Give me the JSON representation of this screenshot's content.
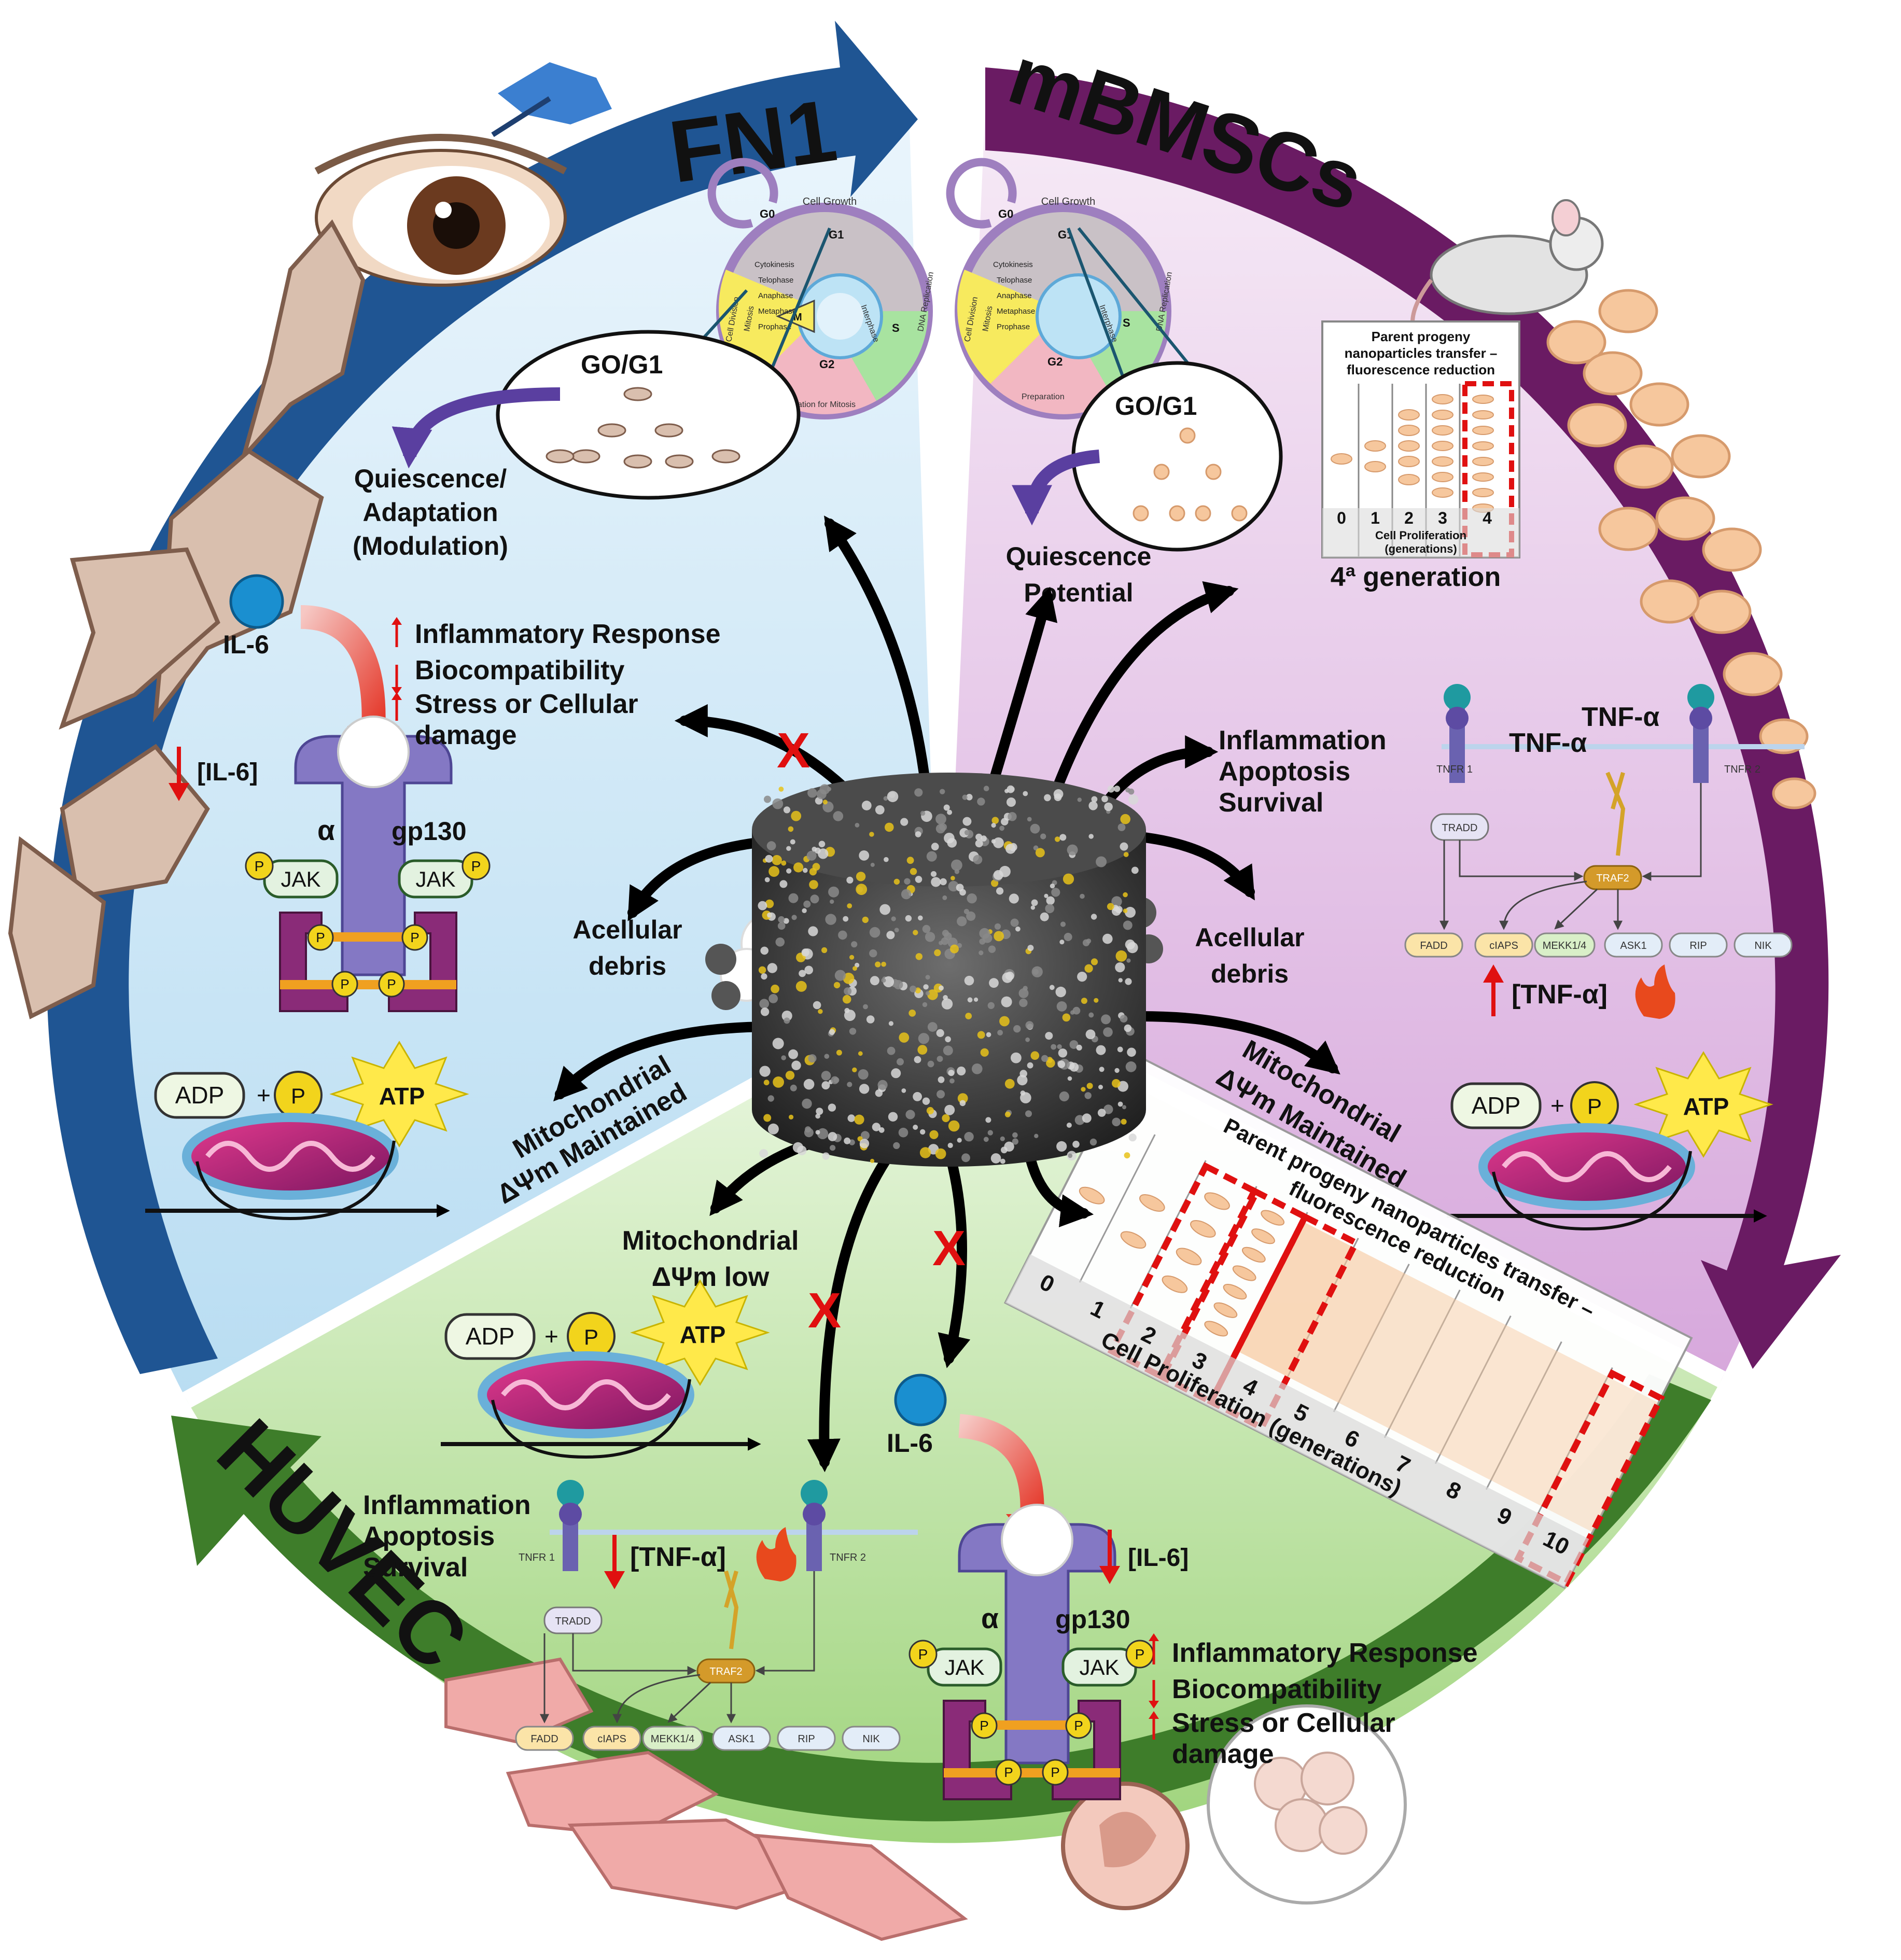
{
  "sections": {
    "fn1": {
      "title": "FN1",
      "cell_cycle": {
        "g0": "G0",
        "growth": "Cell Growth",
        "g1": "G1",
        "s": "S",
        "g2": "G2",
        "m": "M",
        "interphase": "Interphase",
        "dna": "DNA Replication",
        "prep": "Preparation for Mitosis",
        "division": "Cell Division",
        "mitosis": "Mitosis",
        "phases": [
          "Cytokinesis",
          "Telophase",
          "Anaphase",
          "Metaphase",
          "Prophase"
        ]
      },
      "phase_label": "GO/G1",
      "quiescence": [
        "Quiescence/",
        "Adaptation",
        "(Modulation)"
      ],
      "il6": "IL-6",
      "effects": [
        "Inflammatory Response",
        "Biocompatibility",
        "Stress or Cellular",
        "damage"
      ],
      "il6_level": "[IL-6]",
      "receptor": {
        "alpha": "α",
        "gp130": "gp130",
        "jak": "JAK",
        "p": "P"
      },
      "debris": [
        "Acellular",
        "debris"
      ],
      "atp": {
        "adp": "ADP",
        "plus": "+",
        "p": "P",
        "atp": "ATP"
      },
      "mito": [
        "Mitochondrial",
        "ΔΨm Maintained"
      ]
    },
    "mbmsc": {
      "title": "mBMSCs",
      "cell_cycle": {
        "g0": "G0",
        "growth": "Cell Growth",
        "g1": "G1",
        "s": "S",
        "g2": "G2",
        "interphase": "Interphase",
        "dna": "DNA Replication",
        "prep": "Preparation",
        "division": "Cell Division",
        "mitosis": "Mitosis",
        "phases": [
          "Cytokinesis",
          "Telophase",
          "Anaphase",
          "Metaphase",
          "Prophase"
        ]
      },
      "phase_label": "GO/G1",
      "quiescence": [
        "Quiescence",
        "Potential"
      ],
      "progeny": {
        "title": [
          "Parent progeny",
          "nanoparticles transfer –",
          "fluorescence reduction"
        ],
        "generations": [
          "0",
          "1",
          "2",
          "3",
          "4"
        ],
        "axis": [
          "Cell Proliferation",
          "(generations)"
        ]
      },
      "generation": "4ª generation",
      "tnf": [
        "TNF-α",
        "TNF-α"
      ],
      "pathway_effects": [
        "Inflammation",
        "Apoptosis",
        "Survival"
      ],
      "receptors": [
        "TNFR 1",
        "TNFR 2"
      ],
      "pathway": {
        "tradd": "TRADD",
        "traf2": "TRAF2",
        "nodes": [
          "FADD",
          "cIAPS",
          "MEKK1/4",
          "ASK1",
          "RIP",
          "NIK"
        ]
      },
      "tnf_level": "[TNF-α]",
      "debris": [
        "Acellular",
        "debris"
      ],
      "mito": [
        "Mitochondrial",
        "ΔΨm Maintained"
      ],
      "atp": {
        "adp": "ADP",
        "plus": "+",
        "p": "P",
        "atp": "ATP"
      }
    },
    "huvec": {
      "title": "HUVEC",
      "mito": [
        "Mitochondrial",
        "ΔΨm low"
      ],
      "atp": {
        "adp": "ADP",
        "plus": "+",
        "p": "P",
        "atp": "ATP"
      },
      "pathway_effects": [
        "Inflammation",
        "Apoptosis",
        "Survival"
      ],
      "tnf_level": "[TNF-α]",
      "receptors": [
        "TNFR 1",
        "TNFR 2"
      ],
      "pathway": {
        "tradd": "TRADD",
        "traf2": "TRAF2",
        "nodes": [
          "FADD",
          "cIAPS",
          "MEKK1/4",
          "ASK1",
          "RIP",
          "NIK"
        ]
      },
      "il6": "IL-6",
      "il6_level": "[IL-6]",
      "receptor": {
        "alpha": "α",
        "gp130": "gp130",
        "jak": "JAK",
        "p": "P"
      },
      "effects": [
        "Inflammatory Response",
        "Biocompatibility",
        "Stress or Cellular",
        "damage"
      ],
      "progeny": {
        "title": [
          "Parent progeny nanoparticles transfer –",
          "fluorescence reduction"
        ],
        "generations": [
          "0",
          "1",
          "2",
          "3",
          "4",
          "5",
          "6",
          "7",
          "8",
          "9",
          "10"
        ],
        "axis": "Cell Proliferation (generations)"
      }
    }
  },
  "center_marks": {
    "blocked": "X"
  },
  "colors": {
    "fn1_band": "#1f5593",
    "mbmsc_band": "#6a1b63",
    "huvec_band": "#3e7d2a",
    "fn1_bg": "#dceefa",
    "mbmsc_bg": "#ecd2ec",
    "huvec_bg": "#d8efc8",
    "red_accent": "#e01010",
    "receptor": "#8478c4",
    "jak_box": "#8a2b78"
  }
}
